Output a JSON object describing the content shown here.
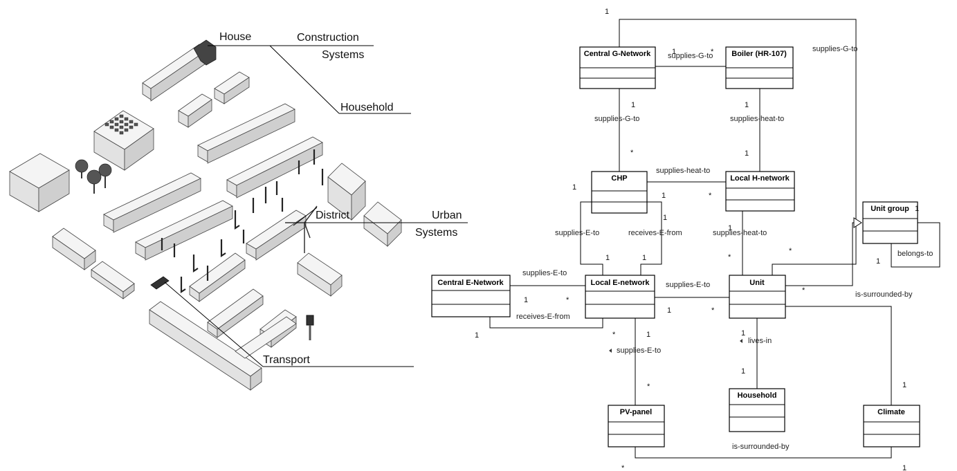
{
  "left_figure": {
    "labels": {
      "house": "House",
      "construction": "Construction",
      "systems": "Systems",
      "household": "Household",
      "district": "District",
      "urban": "Urban",
      "urban_systems": "Systems",
      "transport": "Transport"
    }
  },
  "uml": {
    "classes": {
      "central_g": "Central G-Network",
      "boiler": "Boiler (HR-107)",
      "chp": "CHP",
      "local_h": "Local H-network",
      "unit_group": "Unit group",
      "central_e": "Central E-Network",
      "local_e": "Local E-network",
      "unit": "Unit",
      "household": "Household",
      "pv": "PV-panel",
      "climate": "Climate"
    },
    "relations": {
      "cg_boiler": "supplies-G-to",
      "cg_unit": "supplies-G-to",
      "cg_chp": "supplies-G-to",
      "boiler_localh": "supplies-heat-to",
      "chp_localh": "supplies-heat-to",
      "chp_le_supplies": "supplies-E-to",
      "chp_le_receives": "receives-E-from",
      "localh_unit": "supplies-heat-to",
      "ce_le_supplies": "supplies-E-to",
      "ce_le_receives": "receives-E-from",
      "le_unit": "supplies-E-to",
      "unit_group_belongs": "belongs-to",
      "unit_climate": "is-surrounded-by",
      "pv_le": "supplies-E-to",
      "household_unit": "lives-in",
      "pv_climate": "is-surrounded-by"
    },
    "multiplicities": {
      "m01": "1",
      "m02": "1",
      "m03": "*",
      "m04": "1",
      "m05": "*",
      "m06": "1",
      "m07": "1",
      "m08": "1",
      "m09": "1",
      "m10": "*",
      "m11": "1",
      "m12": "1",
      "m13": "1",
      "m14": "1",
      "m15": "1",
      "m16": "*",
      "m17": "*",
      "m18": "1",
      "m19": "*",
      "m20": "1",
      "m21": "*",
      "m22": "1",
      "m23": "*",
      "m24": "1",
      "m25": "1",
      "m26": "*",
      "m27": "1",
      "m28": "1",
      "m29": "*",
      "m30": "1",
      "m31": "*",
      "m32": "1",
      "m33": "*",
      "m34": "*",
      "m35": "1"
    }
  }
}
